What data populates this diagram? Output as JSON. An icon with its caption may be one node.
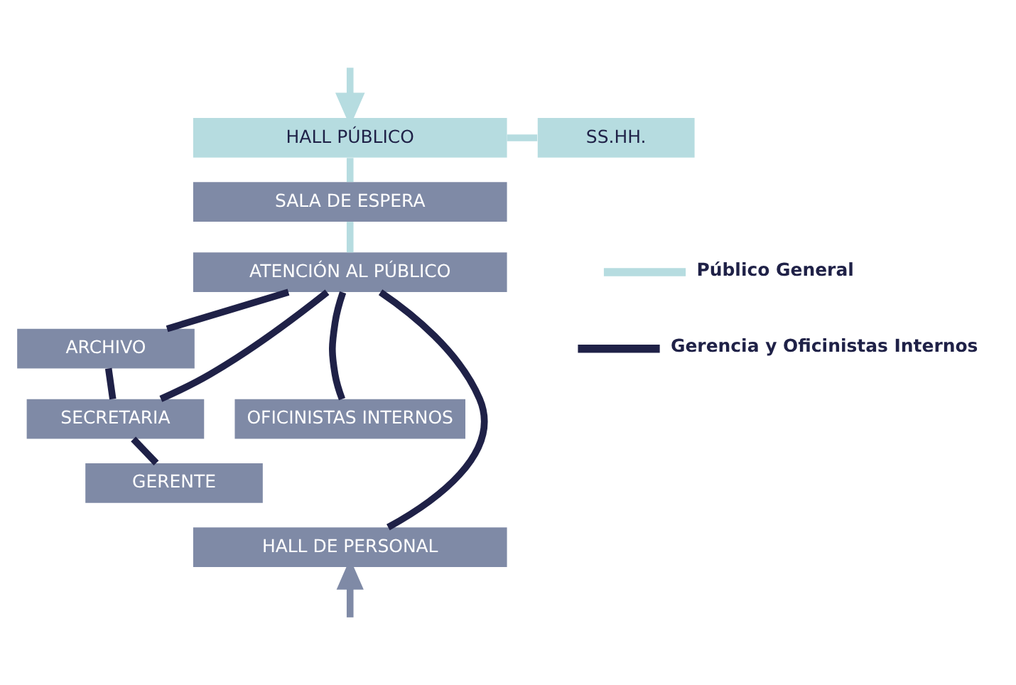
{
  "diagram": {
    "nodes": [
      {
        "text": [
          "HALL PÚBLICO"
        ]
      },
      {
        "text": [
          "SS.HH."
        ]
      },
      {
        "text": [
          "SALA DE ESPERA"
        ]
      },
      {
        "text": [
          "ATENCIÓN AL PÚBLICO"
        ]
      },
      {
        "text": [
          "ARCHIVO"
        ]
      },
      {
        "text": [
          "SECRETARIA"
        ]
      },
      {
        "text": [
          "GERENTE"
        ]
      },
      {
        "text": [
          "OFICINISTAS INTERNOS"
        ]
      },
      {
        "text": [
          "HALL DE PERSONAL"
        ]
      }
    ],
    "edges": [
      {
        "from": null,
        "to": 0,
        "arrow": "to",
        "color": "#b6dce0"
      },
      {
        "from": 0,
        "to": 1,
        "arrow": "none",
        "color": "#b6dce0"
      },
      {
        "from": 0,
        "to": 2,
        "arrow": "none",
        "color": "#b6dce0"
      },
      {
        "from": 2,
        "to": 3,
        "arrow": "none",
        "color": "#b6dce0"
      },
      {
        "from": 3,
        "to": 4,
        "arrow": "none"
      },
      {
        "from": 3,
        "to": 5,
        "arrow": "none"
      },
      {
        "from": 3,
        "to": 7,
        "arrow": "none"
      },
      {
        "from": 3,
        "to": 8,
        "arrow": "none"
      },
      {
        "from": 4,
        "to": 5,
        "arrow": "none"
      },
      {
        "from": 5,
        "to": 6,
        "arrow": "none"
      },
      {
        "from": null,
        "to": 8,
        "arrow": "to",
        "color": "#7f8aa6"
      }
    ],
    "legend": [
      {
        "text": "Público General",
        "color": "#b6dce0"
      },
      {
        "text": "Gerencia y Oficinistas Internos",
        "color": "#1f2147"
      }
    ]
  }
}
